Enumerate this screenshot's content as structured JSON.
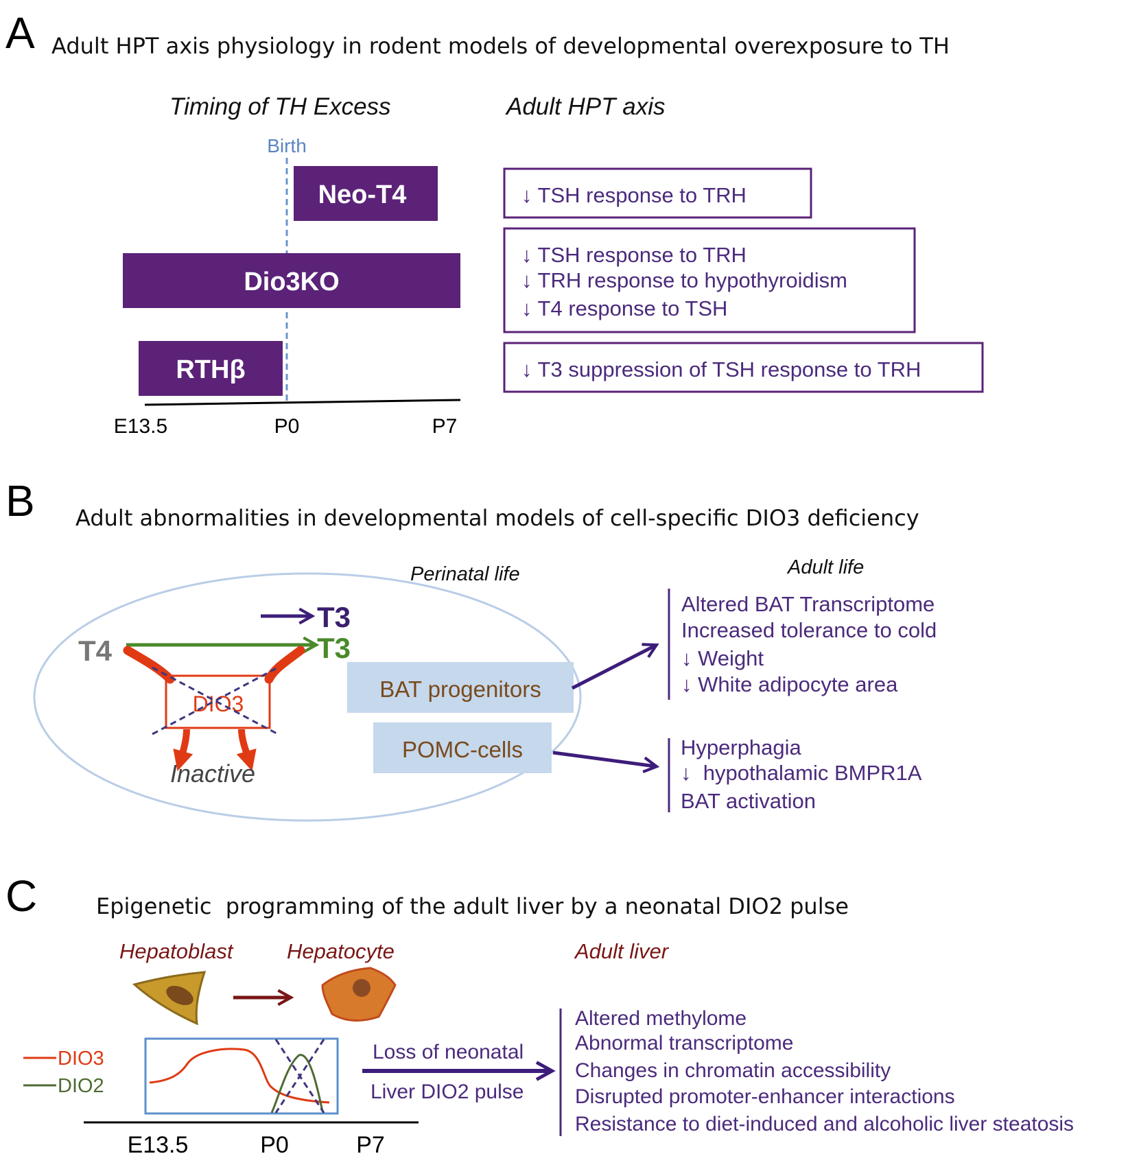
{
  "panelA": {
    "letter": "A",
    "title": "Adult HPT axis physiology in rodent models of developmental overexposure to TH",
    "timing_header": "Timing of TH Excess",
    "axis_header": "Adult HPT axis",
    "birth_label": "Birth",
    "bars": [
      "Neo-T4",
      "Dio3KO",
      "RTHβ"
    ],
    "ticks": [
      "E13.5",
      "P0",
      "P7"
    ],
    "effects": [
      [
        "↓ TSH response to TRH"
      ],
      [
        "↓ TSH response to TRH",
        "↓ TRH response to hypothyroidism",
        "↓ T4 response to TSH"
      ],
      [
        "↓ T3 suppression of TSH response to TRH"
      ]
    ]
  },
  "panelB": {
    "letter": "B",
    "title": "Adult abnormalities in developmental models of cell-specific DIO3 deficiency",
    "perinatal_label": "Perinatal life",
    "adult_label": "Adult life",
    "t4": "T4",
    "t3_top": "T3",
    "t3_mid": "T3",
    "dio3": "DIO3",
    "inactive": "Inactive",
    "cell_boxes": [
      "BAT progenitors",
      "POMC-cells"
    ],
    "bat_effects": [
      "Altered BAT Transcriptome",
      "Increased tolerance to cold",
      "↓ Weight",
      "↓ White adipocyte area"
    ],
    "pomc_effects": [
      "Hyperphagia",
      "↓  hypothalamic BMPR1A",
      "BAT activation"
    ]
  },
  "panelC": {
    "letter": "C",
    "title": "Epigenetic  programming of the adult liver by a neonatal DIO2 pulse",
    "hepatoblast": "Hepatoblast",
    "hepatocyte": "Hepatocyte",
    "adult_liver": "Adult liver",
    "legend": [
      "DIO3",
      "DIO2"
    ],
    "ticks": [
      "E13.5",
      "P0",
      "P7"
    ],
    "arrow_labels": [
      "Loss of neonatal",
      "Liver DIO2 pulse"
    ],
    "effects": [
      "Altered methylome",
      "Abnormal transcriptome",
      "Changes in chromatin accessibility",
      "Disrupted promoter-enhancer interactions",
      "Resistance to diet-induced and alcoholic liver steatosis"
    ]
  },
  "colors": {
    "purple": "#5b2278",
    "text_purple": "#4b2a7c",
    "dashed_blue": "#6a94c8",
    "light_blue": "#c5d8ec",
    "ellipse": "#b9cde6",
    "brown": "#7a4a1d",
    "dark_red": "#7a1616",
    "orange_red": "#e03a14",
    "green": "#4a8a2a",
    "dio2": "#4e6b32",
    "box_blue": "#5d8fcc"
  }
}
